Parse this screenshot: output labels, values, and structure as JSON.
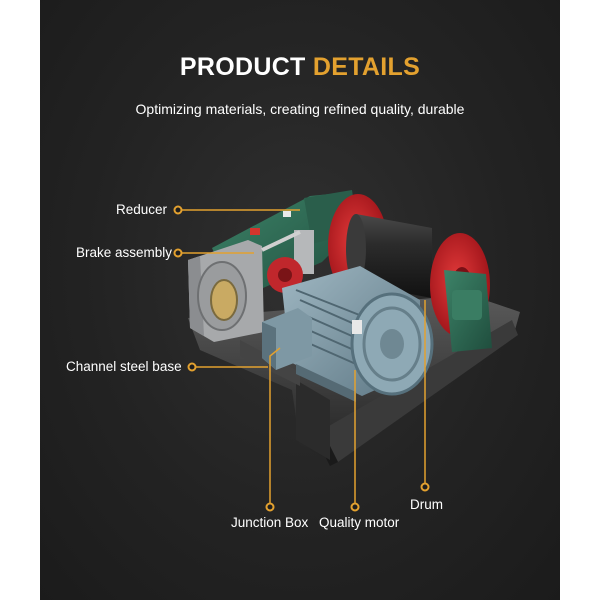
{
  "header": {
    "title_white": "PRODUCT",
    "title_gold": "DETAILS",
    "subtitle": "Optimizing materials, creating refined quality, durable"
  },
  "callouts": {
    "reducer": "Reducer",
    "brake_assembly": "Brake assembly",
    "channel_steel_base": "Channel steel base",
    "junction_box": "Junction Box",
    "quality_motor": "Quality motor",
    "drum": "Drum"
  },
  "colors": {
    "background": "#232323",
    "accent_gold": "#e3a12f",
    "text": "#ffffff",
    "drum_red": "#c8202a",
    "reducer_green": "#2e6b55",
    "motor_blue_gray": "#7d9aa8"
  }
}
